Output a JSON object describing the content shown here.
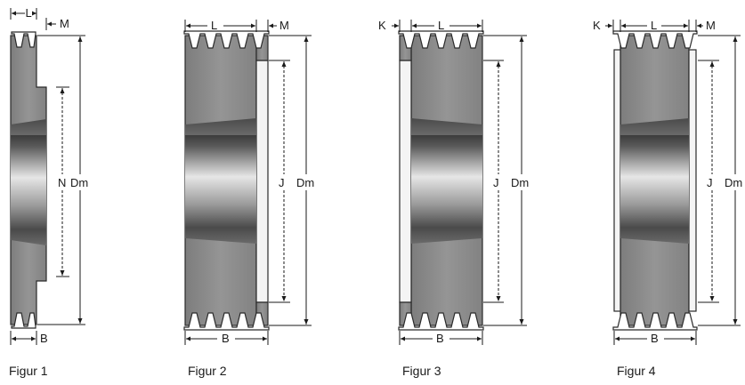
{
  "figures": [
    {
      "caption": "Figur 1",
      "labels": {
        "L": "L",
        "M": "M",
        "N": "N",
        "Dm": "Dm",
        "B": "B"
      }
    },
    {
      "caption": "Figur 2",
      "labels": {
        "L": "L",
        "M": "M",
        "J": "J",
        "Dm": "Dm",
        "B": "B"
      }
    },
    {
      "caption": "Figur 3",
      "labels": {
        "K": "K",
        "L": "L",
        "J": "J",
        "Dm": "Dm",
        "B": "B"
      }
    },
    {
      "caption": "Figur 4",
      "labels": {
        "K": "K",
        "L": "L",
        "M": "M",
        "J": "J",
        "Dm": "Dm",
        "B": "B"
      }
    }
  ],
  "colors": {
    "body_gray": "#8d8d8d",
    "bore_dark": "#4a4a4a",
    "bore_light": "#d9d9d9",
    "hub_face": "#f4f4f4",
    "line": "#1a1a1a"
  }
}
